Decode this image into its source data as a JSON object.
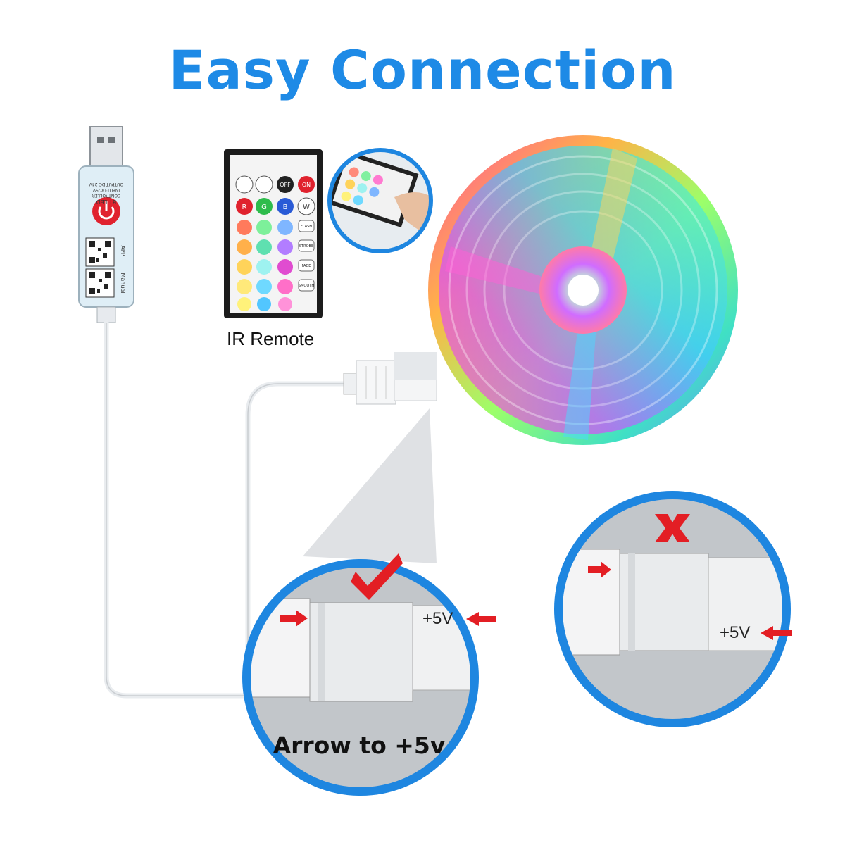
{
  "title": "Easy Connection",
  "colors": {
    "title": "#1e8ae6",
    "circle_border": "#1e86e0",
    "arrow": "#e31e24",
    "check": "#e31e24"
  },
  "controller": {
    "label_lines": [
      "BT LED",
      "CONTROLLER"
    ],
    "spec_lines": [
      "INPUT:DC-5V",
      "OUTPUT:DC-24V"
    ],
    "app_label": "APP",
    "manual_label": "Manual"
  },
  "remote": {
    "caption": "IR Remote",
    "top_buttons": [
      "OFF",
      "ON"
    ],
    "rgbw": [
      "R",
      "G",
      "B",
      "W"
    ],
    "modes": [
      "FLASH",
      "STROBE",
      "FADE",
      "SMOOTH"
    ]
  },
  "correct": {
    "icon": "checkmark-icon",
    "voltage": "+5V",
    "caption": "Arrow to +5v"
  },
  "incorrect": {
    "icon": "x-mark-icon",
    "voltage": "+5V"
  }
}
